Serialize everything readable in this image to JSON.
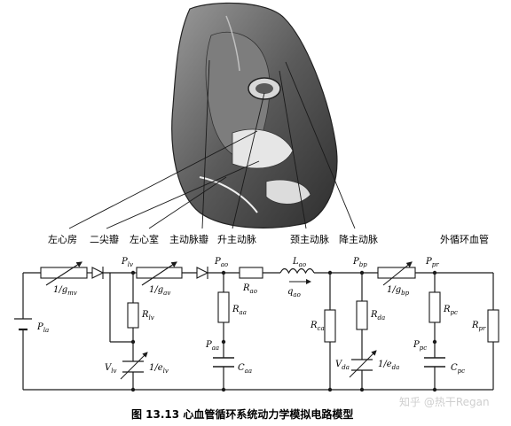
{
  "heart_labels": {
    "left_atrium": "左心房",
    "mitral_valve": "二尖瓣",
    "left_ventricle": "左心室",
    "aortic_valve": "主动脉瓣",
    "ascending_aorta": "升主动脉",
    "carotid": "颈主动脉",
    "descending_aorta": "降主动脉",
    "peripheral": "外循环血管"
  },
  "circuit_labels": {
    "p_la": "P",
    "p_la_sub": "la",
    "g_mv": "1/g",
    "g_mv_sub": "mv",
    "p_lv": "P",
    "p_lv_sub": "lv",
    "g_av": "1/g",
    "g_av_sub": "av",
    "r_lv": "R",
    "r_lv_sub": "lv",
    "v_lv": "V",
    "v_lv_sub": "lv",
    "e_lv": "1/e",
    "e_lv_sub": "lv",
    "p_ao": "P",
    "p_ao_sub": "ao",
    "r_ao": "R",
    "r_ao_sub": "ao",
    "l_ao": "L",
    "l_ao_sub": "ao",
    "q_ao": "q",
    "q_ao_sub": "ao",
    "r_aa": "R",
    "r_aa_sub": "aa",
    "p_aa": "P",
    "p_aa_sub": "aa",
    "c_aa": "C",
    "c_aa_sub": "aa",
    "r_ca": "R",
    "r_ca_sub": "ca",
    "p_bp": "P",
    "p_bp_sub": "bp",
    "r_da": "R",
    "r_da_sub": "da",
    "v_da": "V",
    "v_da_sub": "da",
    "e_da": "1/e",
    "e_da_sub": "da",
    "g_bp": "1/g",
    "g_bp_sub": "bp",
    "p_pr": "P",
    "p_pr_sub": "pr",
    "r_pc": "R",
    "r_pc_sub": "pc",
    "p_pc": "P",
    "p_pc_sub": "pc",
    "c_pc": "C",
    "c_pc_sub": "pc",
    "r_pr": "R",
    "r_pr_sub": "pr"
  },
  "caption": "图 13.13   心血管循环系统动力学模拟电路模型",
  "watermark": "知乎 @热干Regan"
}
